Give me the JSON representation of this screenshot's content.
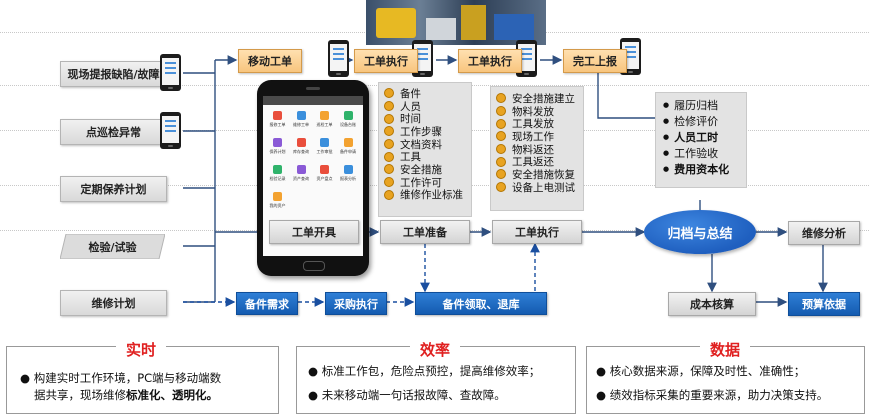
{
  "sources": [
    "现场提报缺陷/故障",
    "点巡检异常",
    "定期保养计划",
    "检验/试验",
    "维修计划"
  ],
  "top_flow": [
    "移动工单",
    "工单执行",
    "工单执行",
    "完工上报"
  ],
  "middle_flow": [
    "工单开具",
    "工单准备",
    "工单执行"
  ],
  "blue_flow": [
    "备件需求",
    "采购执行",
    "备件领取、退库"
  ],
  "prep_list": [
    "备件",
    "人员",
    "时间",
    "工作步骤",
    "文档资料",
    "工具",
    "安全措施",
    "工作许可",
    "维修作业标准"
  ],
  "exec_list": [
    "安全措施建立",
    "物料发放",
    "工具发放",
    "现场工作",
    "物料返还",
    "工具返还",
    "安全措施恢复",
    "设备上电测试"
  ],
  "archive_list": [
    {
      "text": "履历归档",
      "bold": false
    },
    {
      "text": "检修评价",
      "bold": false
    },
    {
      "text": "人员工时",
      "bold": true
    },
    {
      "text": "工作验收",
      "bold": false
    },
    {
      "text": "费用资本化",
      "bold": true
    }
  ],
  "archive_node": "归档与总结",
  "right_nodes": {
    "analysis": "维修分析",
    "cost": "成本核算",
    "budget": "预算依据"
  },
  "phone_apps": [
    "报修工单",
    "维修工单",
    "巡检工单",
    "设备台账",
    "保养计划",
    "库存查询",
    "工作审批",
    "备件申请",
    "检验记录",
    "资产查询",
    "资产盘点",
    "报表分析",
    "我的资产"
  ],
  "bottom": {
    "realtime": {
      "title": "实时",
      "line1": "● 构建实时工作环境，PC端与移动端数",
      "line2_plain": "据共享，现场维修",
      "line2_bold": "标准化、透明化。"
    },
    "efficiency": {
      "title": "效率",
      "line1": "● 标准工作包，危险点预控，提高维修效率；",
      "line2": "● 未来移动端一句话报故障、查故障。"
    },
    "data": {
      "title": "数据",
      "line1": "● 核心数据来源，保障及时性、准确性；",
      "line2": "● 绩效指标采集的重要来源，助力决策支持。"
    }
  },
  "colors": {
    "orange": "#f8c57e",
    "blue": "#1a66c2",
    "title_red": "#e02020",
    "archive_blue": "#1f5fbf"
  }
}
